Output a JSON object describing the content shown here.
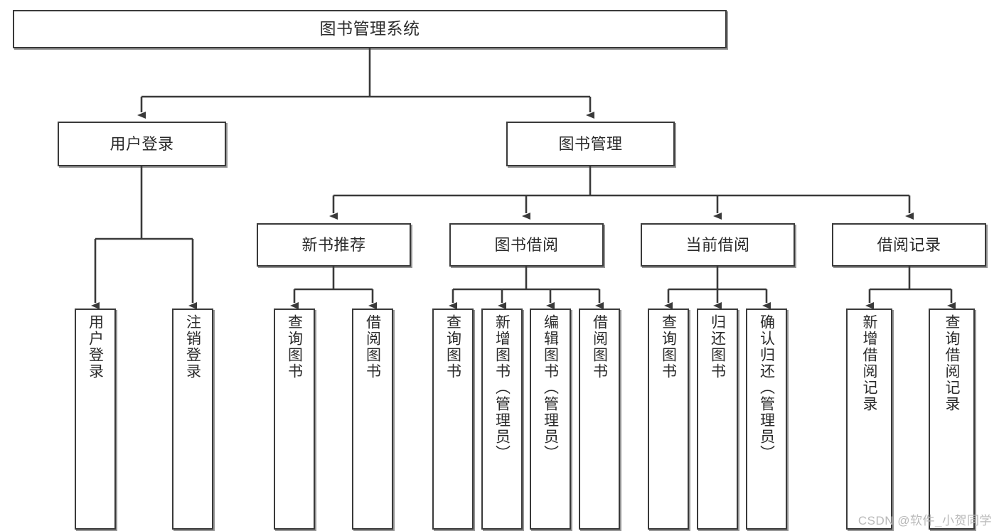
{
  "diagram": {
    "title": "图书管理系统",
    "type": "hierarchy-tree",
    "watermark": "CSDN @软件_小贺同学",
    "colors": {
      "box_border": "#3a3a3a",
      "box_fill": "#ffffff",
      "edge": "#3a3a3a",
      "text": "#2b2b2b",
      "watermark": "#b9b9b9"
    },
    "nodes": {
      "root": {
        "label": "图书管理系统"
      },
      "level2": [
        {
          "label": "用户登录"
        },
        {
          "label": "图书管理"
        }
      ],
      "level3": [
        {
          "label": "新书推荐"
        },
        {
          "label": "图书借阅"
        },
        {
          "label": "当前借阅"
        },
        {
          "label": "借阅记录"
        }
      ],
      "leaves": {
        "user_login": [
          {
            "label": "用户登录"
          },
          {
            "label": "注销登录"
          }
        ],
        "new_book_recommend": [
          {
            "label": "查询图书"
          },
          {
            "label": "借阅图书"
          }
        ],
        "book_borrow": [
          {
            "label": "查询图书"
          },
          {
            "label": "新增图书（管理员）"
          },
          {
            "label": "编辑图书（管理员）"
          },
          {
            "label": "借阅图书"
          }
        ],
        "current_borrow": [
          {
            "label": "查询图书"
          },
          {
            "label": "归还图书"
          },
          {
            "label": "确认归还（管理员）"
          }
        ],
        "borrow_record": [
          {
            "label": "新增借阅记录"
          },
          {
            "label": "查询借阅记录"
          }
        ]
      }
    }
  }
}
